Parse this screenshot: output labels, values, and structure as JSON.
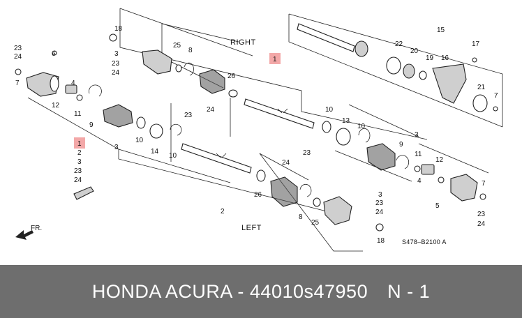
{
  "sides": {
    "right": "RIGHT",
    "left": "LEFT"
  },
  "direction": "FR.",
  "diagram_code": "S478–B2100 A",
  "callouts": {
    "c_23a": "23",
    "c_24a": "24",
    "c_7a": "7",
    "c_6": "6",
    "c_4": "4",
    "c_12a": "12",
    "c_11a": "11",
    "c_9": "9",
    "c_18a": "18",
    "c_3a": "3",
    "c_23b": "23",
    "c_24b": "24",
    "c_25a": "25",
    "c_8a": "8",
    "c_26a": "26",
    "c_23c": "23",
    "c_24c": "24",
    "c_1a": "1",
    "c_10a": "10",
    "c_13": "13",
    "c_3b": "3",
    "c_10b": "10",
    "c_14": "14",
    "c_10c": "10",
    "c_15": "15",
    "c_22": "22",
    "c_20": "20",
    "c_19": "19",
    "c_16": "16",
    "c_17": "17",
    "c_21": "21",
    "c_7b": "7",
    "c_1b": "1",
    "c_2a": "2",
    "c_3c": "3",
    "c_23d": "23",
    "c_24d": "24",
    "c_2b": "2",
    "c_26b": "26",
    "c_24e": "24",
    "c_23e": "23",
    "c_8b": "8",
    "c_25b": "25",
    "c_10d": "10",
    "c_3d": "3",
    "c_9b": "9",
    "c_11b": "11",
    "c_12b": "12",
    "c_4b": "4",
    "c_5": "5",
    "c_7c": "7",
    "c_23f": "23",
    "c_24f": "24",
    "c_3e": "3",
    "c_23g": "23",
    "c_24g": "24",
    "c_18b": "18"
  },
  "footer": {
    "title": "HONDA ACURA - 44010s47950",
    "quantity": "N - 1"
  }
}
